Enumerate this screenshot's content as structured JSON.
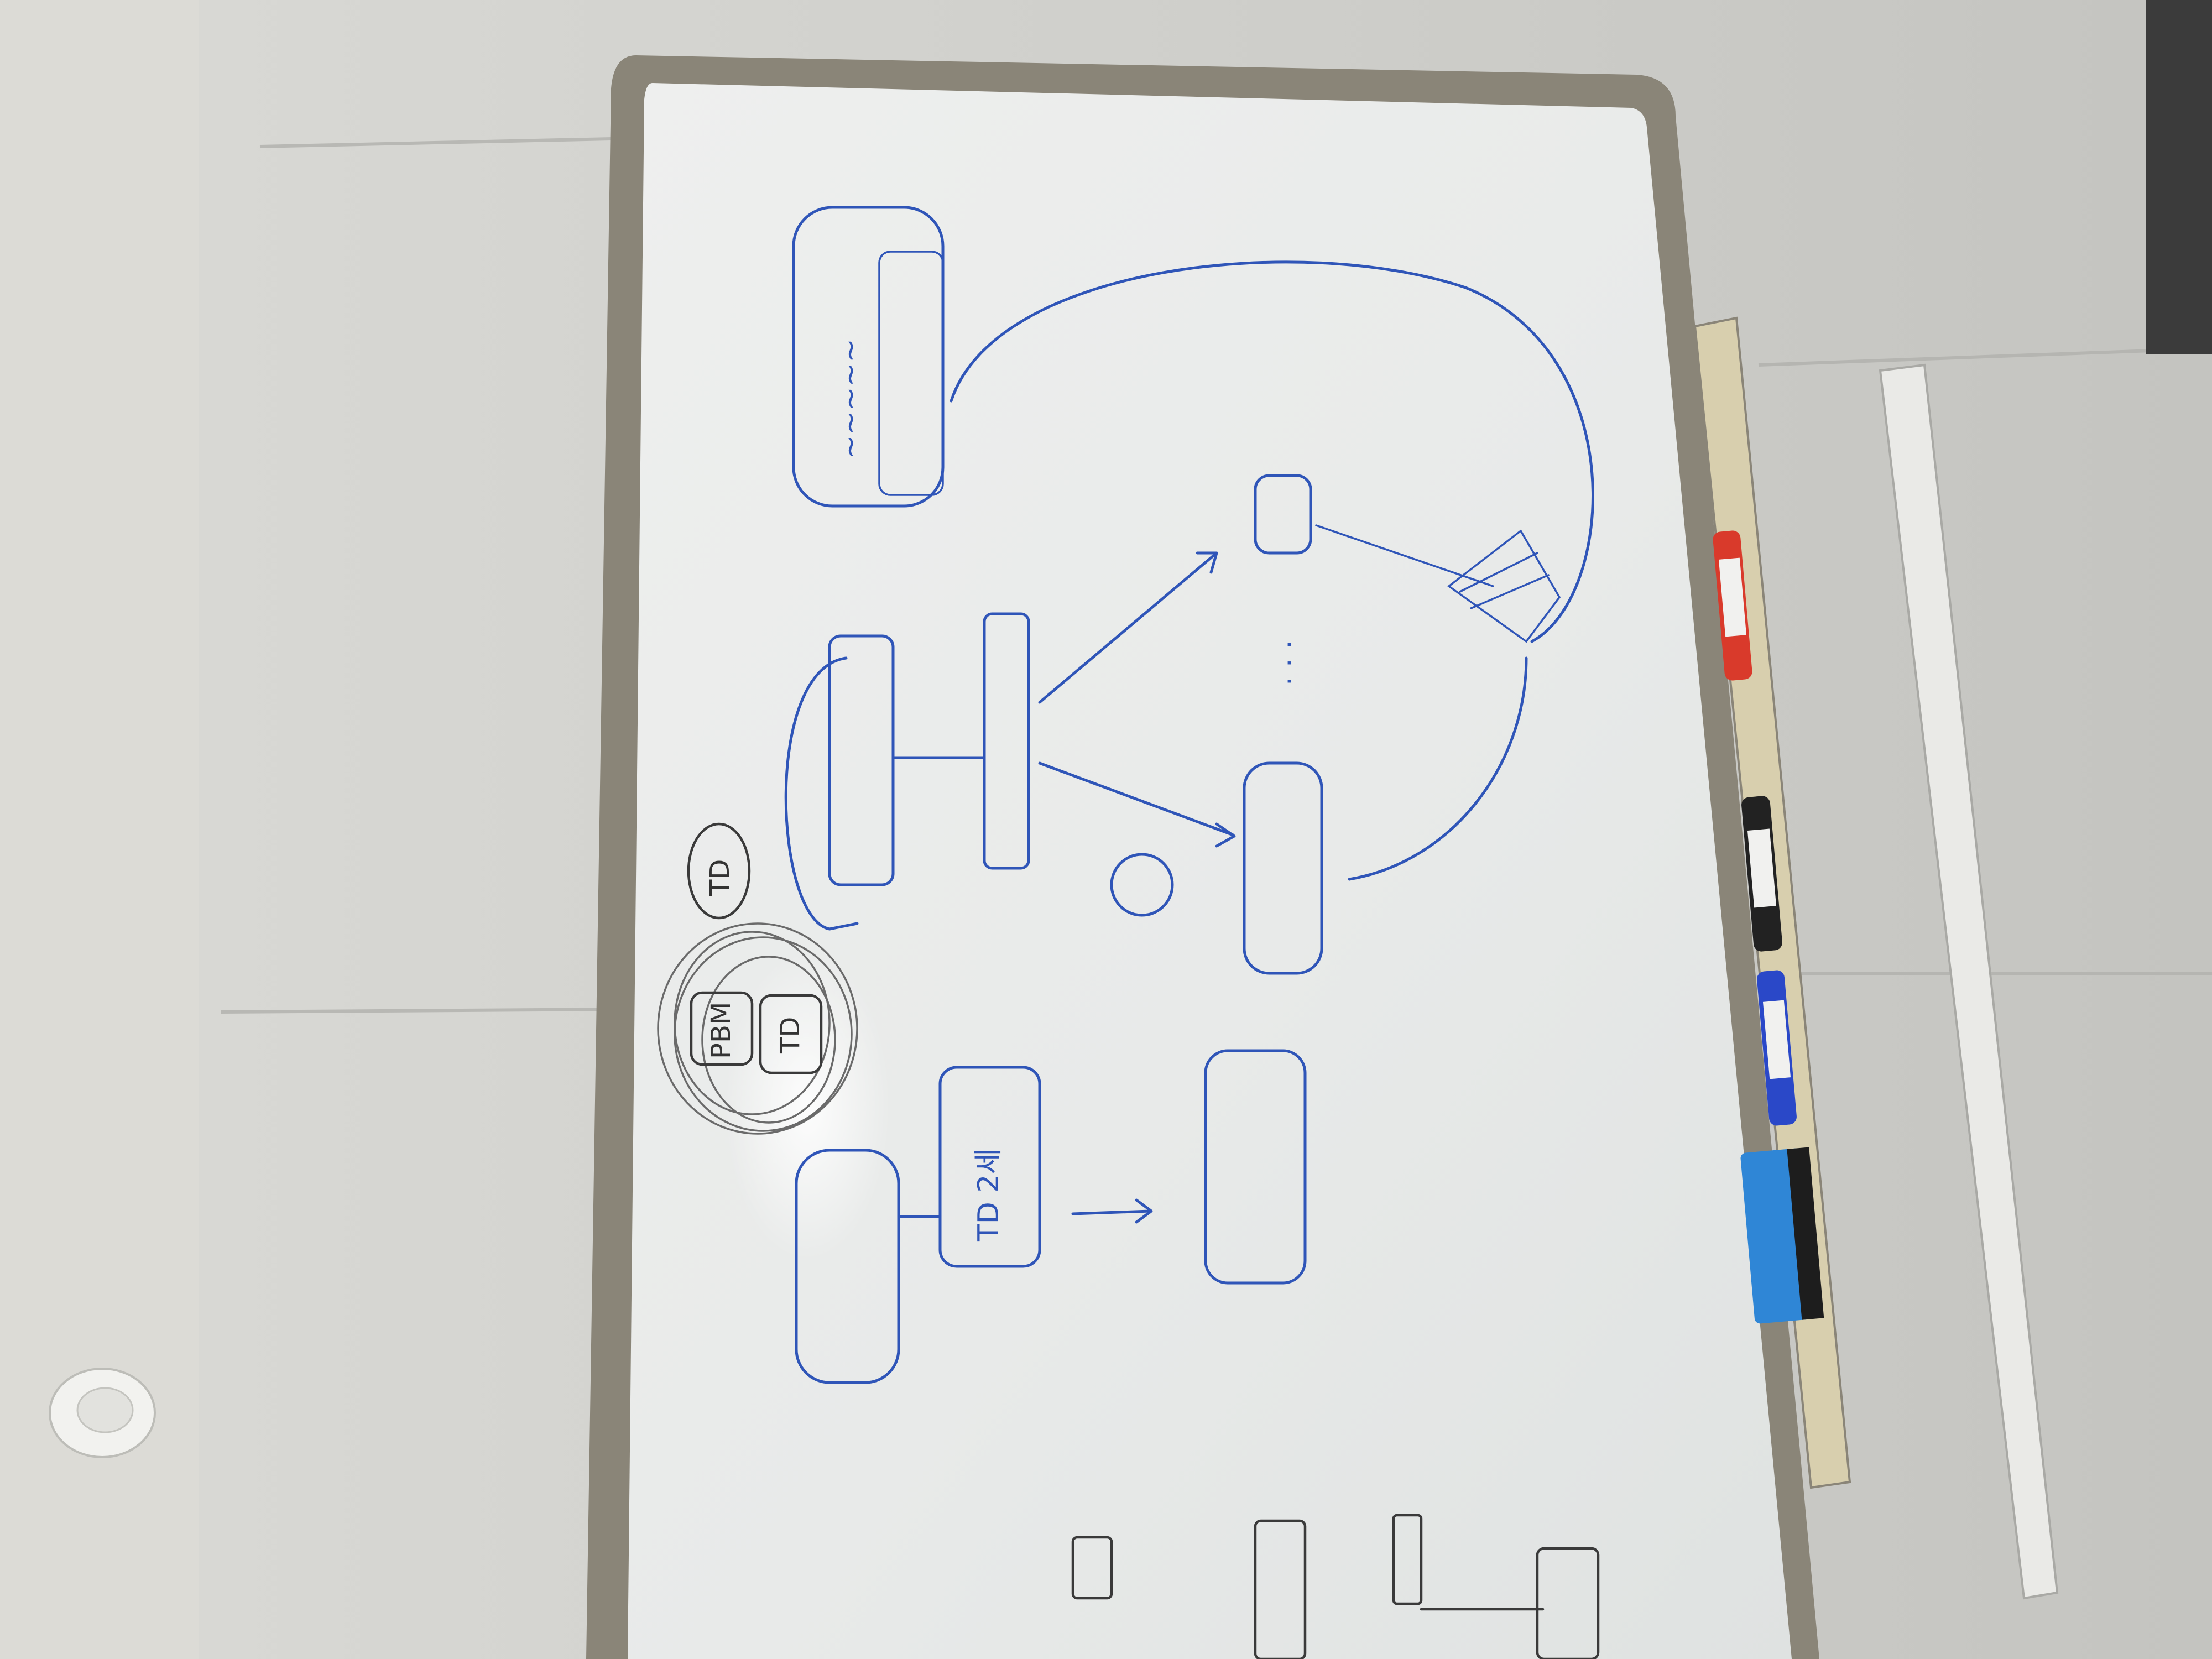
{
  "colors": {
    "wall": "#d3d3cf",
    "board_surface": "#e9ebea",
    "board_frame": "#8a8578",
    "marker_ink_blue": "#2f55b8",
    "marker_ink_black": "#333333",
    "marker_red": "#d93a2b",
    "marker_blue": "#2a48c8",
    "eraser_blue": "#2f86d6"
  },
  "legible_marks": {
    "pbm": "PBM",
    "td_bottom": "TD",
    "td_upper": "TD",
    "td_box": "TD 2세"
  },
  "icons": {
    "smoke_detector": "smoke-detector-icon",
    "eraser": "eraser-icon"
  }
}
